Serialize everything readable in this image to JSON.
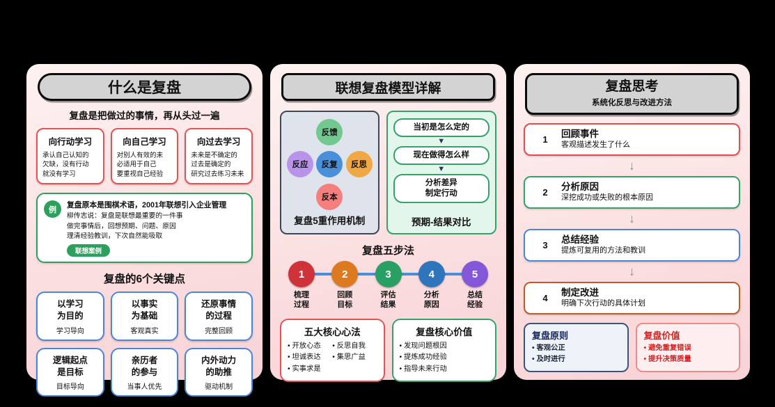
{
  "colors": {
    "background": "#000000",
    "panel_bg_top": "#fdf2f1",
    "panel_bg_bottom": "#f8d2d6",
    "title_bar_bg": "#d3d3d3",
    "red_border": "#e65252",
    "blue_border": "#4a86d8",
    "green_border": "#2ea05e",
    "mint_bg": "#e2f6ec",
    "mech_bg": "#dfe3ec"
  },
  "panel_what": {
    "title": "什么是复盘",
    "subtitle": "复盘是把做过的事情，再从头过一遍",
    "learn_cards": [
      {
        "title": "向行动学习",
        "body": [
          "承认自己认知的",
          "欠缺，没有行动",
          "就没有学习"
        ]
      },
      {
        "title": "向自己学习",
        "body": [
          "对别人有效的未",
          "必适用于自己",
          "要重视自己经验"
        ]
      },
      {
        "title": "向过去学习",
        "body": [
          "未来是不确定的",
          "过去是确定的",
          "研究过去练习未来"
        ]
      }
    ],
    "example": {
      "icon_label": "例",
      "title": "复盘原本是围棋术语，2001年联想引入企业管理",
      "lines": [
        "柳传志说：复盘是联想最重要的一件事",
        "做完事情后，回想预期、问题、原因",
        "理清经验教训，下次自然能吸取"
      ],
      "badge": "联想案例"
    },
    "keypoints_title": "复盘的6个关键点",
    "keypoints": [
      {
        "title": [
          "以学习",
          "为目的"
        ],
        "sub": "学习导向"
      },
      {
        "title": [
          "以事实",
          "为基础"
        ],
        "sub": "客观真实"
      },
      {
        "title": [
          "还原事情",
          "的过程"
        ],
        "sub": "完整回顾"
      },
      {
        "title": [
          "逻辑起点",
          "是目标"
        ],
        "sub": "目标导向"
      },
      {
        "title": [
          "亲历者",
          "的参与"
        ],
        "sub": "当事人优先"
      },
      {
        "title": [
          "内外动力",
          "的助推"
        ],
        "sub": "驱动机制"
      }
    ]
  },
  "panel_model": {
    "title": "联想复盘模型详解",
    "mechanism": {
      "caption": "复盘5重作用机制",
      "circles": [
        {
          "label": "反馈",
          "color": "#72c98f"
        },
        {
          "label": "反应",
          "color": "#b993ea"
        },
        {
          "label": "反复",
          "color": "#4a8fd9"
        },
        {
          "label": "反思",
          "color": "#efa844"
        },
        {
          "label": "反本",
          "color": "#f57f7f"
        }
      ]
    },
    "comparison": {
      "caption": "预期-结果对比",
      "arrow": "▼",
      "steps": [
        "当初是怎么定的",
        "现在做得怎么样",
        [
          "分析差异",
          "制定行动"
        ]
      ]
    },
    "five_steps": {
      "title": "复盘五步法",
      "line_color": "#4a8fd9",
      "steps": [
        {
          "num": "1",
          "label": [
            "梳理",
            "过程"
          ],
          "color": "#cf3339"
        },
        {
          "num": "2",
          "label": [
            "回顾",
            "目标"
          ],
          "color": "#dd7a1f"
        },
        {
          "num": "3",
          "label": [
            "评估",
            "结果"
          ],
          "color": "#28a063"
        },
        {
          "num": "4",
          "label": [
            "分析",
            "原因"
          ],
          "color": "#2e75bc"
        },
        {
          "num": "5",
          "label": [
            "总结",
            "经验"
          ],
          "color": "#8456d8"
        }
      ]
    },
    "mindset": {
      "title": "五大核心心法",
      "col1": [
        "开放心态",
        "坦诚表达",
        "实事求是"
      ],
      "col2": [
        "反思自我",
        "集思广益"
      ]
    },
    "core_value": {
      "title": "复盘核心价值",
      "items": [
        "发现问题根因",
        "提炼成功经验",
        "指导未来行动"
      ]
    }
  },
  "panel_think": {
    "title": "复盘思考",
    "subtitle": "系统化反思与改进方法",
    "arrow": "↓",
    "steps": [
      {
        "num": "1",
        "title": "回顾事件",
        "desc": "客观描述发生了什么",
        "color": "#e84b4b"
      },
      {
        "num": "2",
        "title": "分析原因",
        "desc": "深挖成功或失败的根本原因",
        "color": "#35a268"
      },
      {
        "num": "3",
        "title": "总结经验",
        "desc": "提炼可复用的方法和教训",
        "color": "#4a86d8"
      },
      {
        "num": "4",
        "title": "制定改进",
        "desc": "明确下次行动的具体计划",
        "color": "#bf5b2a"
      }
    ],
    "principles": {
      "title": "复盘原则",
      "items": [
        "客观公正",
        "及时进行"
      ]
    },
    "value": {
      "title": "复盘价值",
      "items": [
        "避免重复错误",
        "提升决策质量"
      ]
    }
  }
}
